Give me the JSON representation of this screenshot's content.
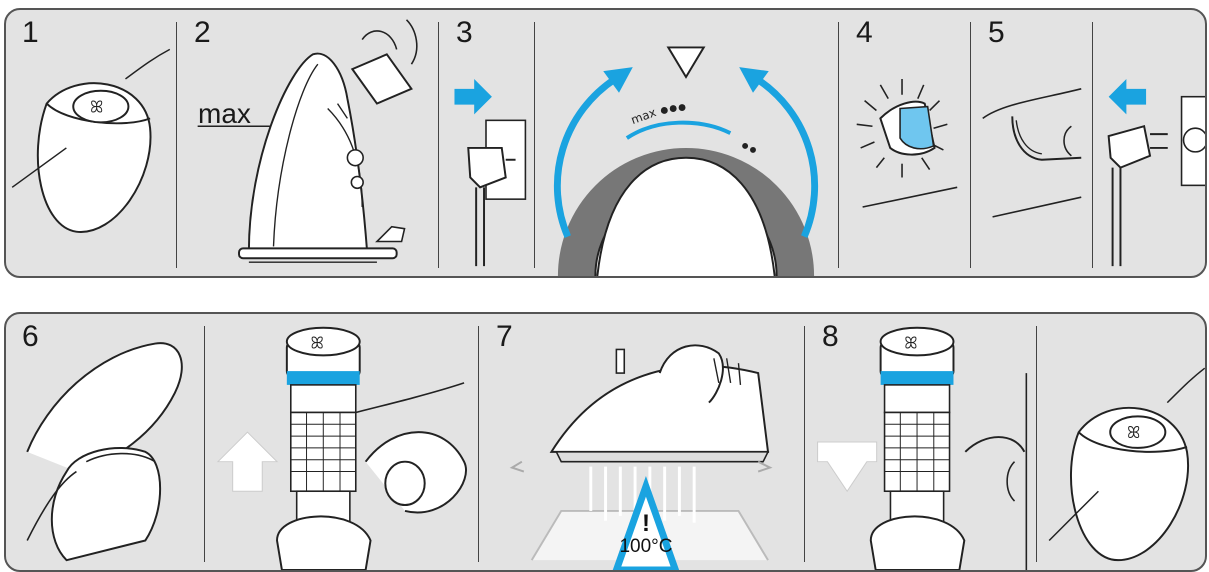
{
  "steps": [
    "1",
    "2",
    "3",
    "4",
    "5",
    "6",
    "7",
    "8"
  ],
  "labels": {
    "max_fill": "max",
    "dial_max": "max",
    "warning_mark": "!",
    "warning_temp": "100°C"
  },
  "colors": {
    "accent": "#1aa3e0",
    "panel_bg": "#e3e3e3",
    "line": "#222222"
  }
}
